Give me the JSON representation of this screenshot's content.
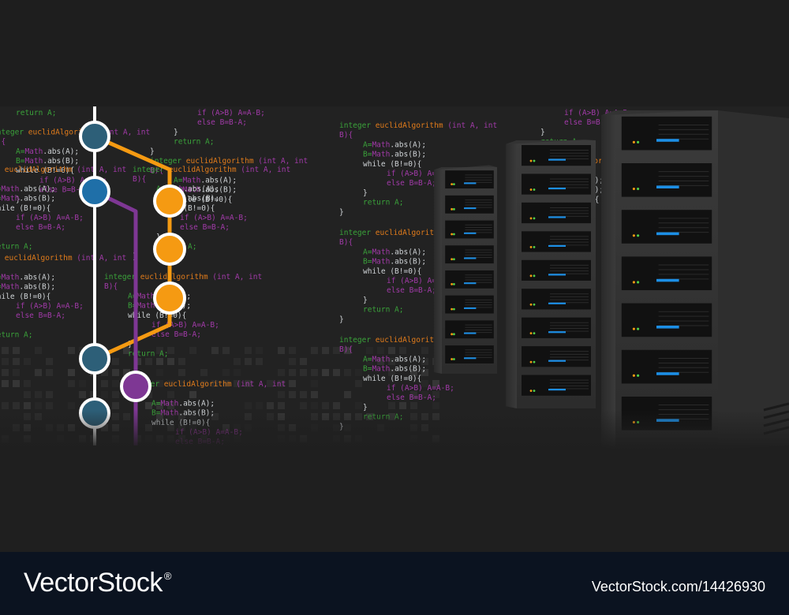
{
  "colors": {
    "background": "#1f1f1f",
    "panel": "#222222",
    "footer": "#0b1320",
    "code_keyword": "#3aa13a",
    "code_function": "#e07b1b",
    "code_text": "#cfd3d6",
    "code_purple": "#a13aa8",
    "branch_main": "#ffffff",
    "branch_orange": "#f59a12",
    "branch_purple": "#7e3794",
    "node_dark_blue": "#2d5f78",
    "node_blue": "#1f6fa8",
    "server_led_blue": "#1c8fe6",
    "server_led_green": "#4fd04a",
    "server_led_orange": "#f59a12"
  },
  "code_lines": [
    {
      "segs": [
        {
          "t": "if (A>B) A=A-B;",
          "c": "code_purple"
        }
      ]
    },
    {
      "segs": [
        {
          "t": "else B=B-A;",
          "c": "code_purple"
        }
      ]
    },
    {
      "segs": [
        {
          "t": "}",
          "c": "code_text"
        }
      ]
    },
    {
      "segs": [
        {
          "t": "return A;",
          "c": "code_keyword"
        }
      ]
    },
    {
      "segs": [
        {
          "t": "}",
          "c": "code_text"
        }
      ]
    },
    {
      "segs": [
        {
          "t": "integer ",
          "c": "code_keyword"
        },
        {
          "t": "euclidAlgorithm",
          "c": "code_function"
        },
        {
          "t": " (int A, int",
          "c": "code_purple"
        }
      ]
    },
    {
      "segs": [
        {
          "t": "B){",
          "c": "code_purple"
        }
      ]
    },
    {
      "segs": [
        {
          "t": "A=",
          "c": "code_keyword"
        },
        {
          "t": "Math",
          "c": "code_purple"
        },
        {
          "t": ".abs(A);",
          "c": "code_text"
        }
      ]
    },
    {
      "segs": [
        {
          "t": "B=",
          "c": "code_keyword"
        },
        {
          "t": "Math",
          "c": "code_purple"
        },
        {
          "t": ".abs(B);",
          "c": "code_text"
        }
      ]
    },
    {
      "segs": [
        {
          "t": "while (B!=0){",
          "c": "code_text"
        }
      ]
    }
  ],
  "branch_graph": {
    "main_nodes": 4,
    "orange_nodes": 3,
    "purple_nodes": 1
  },
  "footer": {
    "logo_text": "VectorStock",
    "logo_mark": "®",
    "stock_id": "VectorStock.com/14426930"
  }
}
